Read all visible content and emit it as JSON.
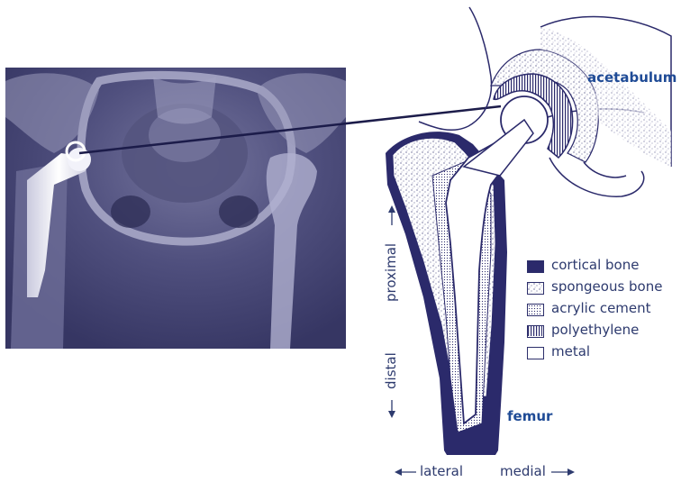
{
  "labels": {
    "acetabulum": "acetabulum",
    "femur": "femur",
    "proximal": "proximal",
    "distal": "distal",
    "lateral": "lateral",
    "medial": "medial"
  },
  "legend": [
    {
      "label": "cortical bone",
      "pattern": "solid",
      "color": "#2b2a6b"
    },
    {
      "label": "spongeous bone",
      "pattern": "speckle",
      "color": "#2b2a6b"
    },
    {
      "label": "acrylic cement",
      "pattern": "dots",
      "color": "#2b2a6b"
    },
    {
      "label": "polyethylene",
      "pattern": "vertical-hatch",
      "color": "#2b2a6b"
    },
    {
      "label": "metal",
      "pattern": "empty",
      "color": "#ffffff"
    }
  ],
  "colors": {
    "ink": "#2b2a6b",
    "label_blue": "#1f4b96",
    "xray_dark": "#3a3a68",
    "xray_light": "#d8d8e8"
  }
}
